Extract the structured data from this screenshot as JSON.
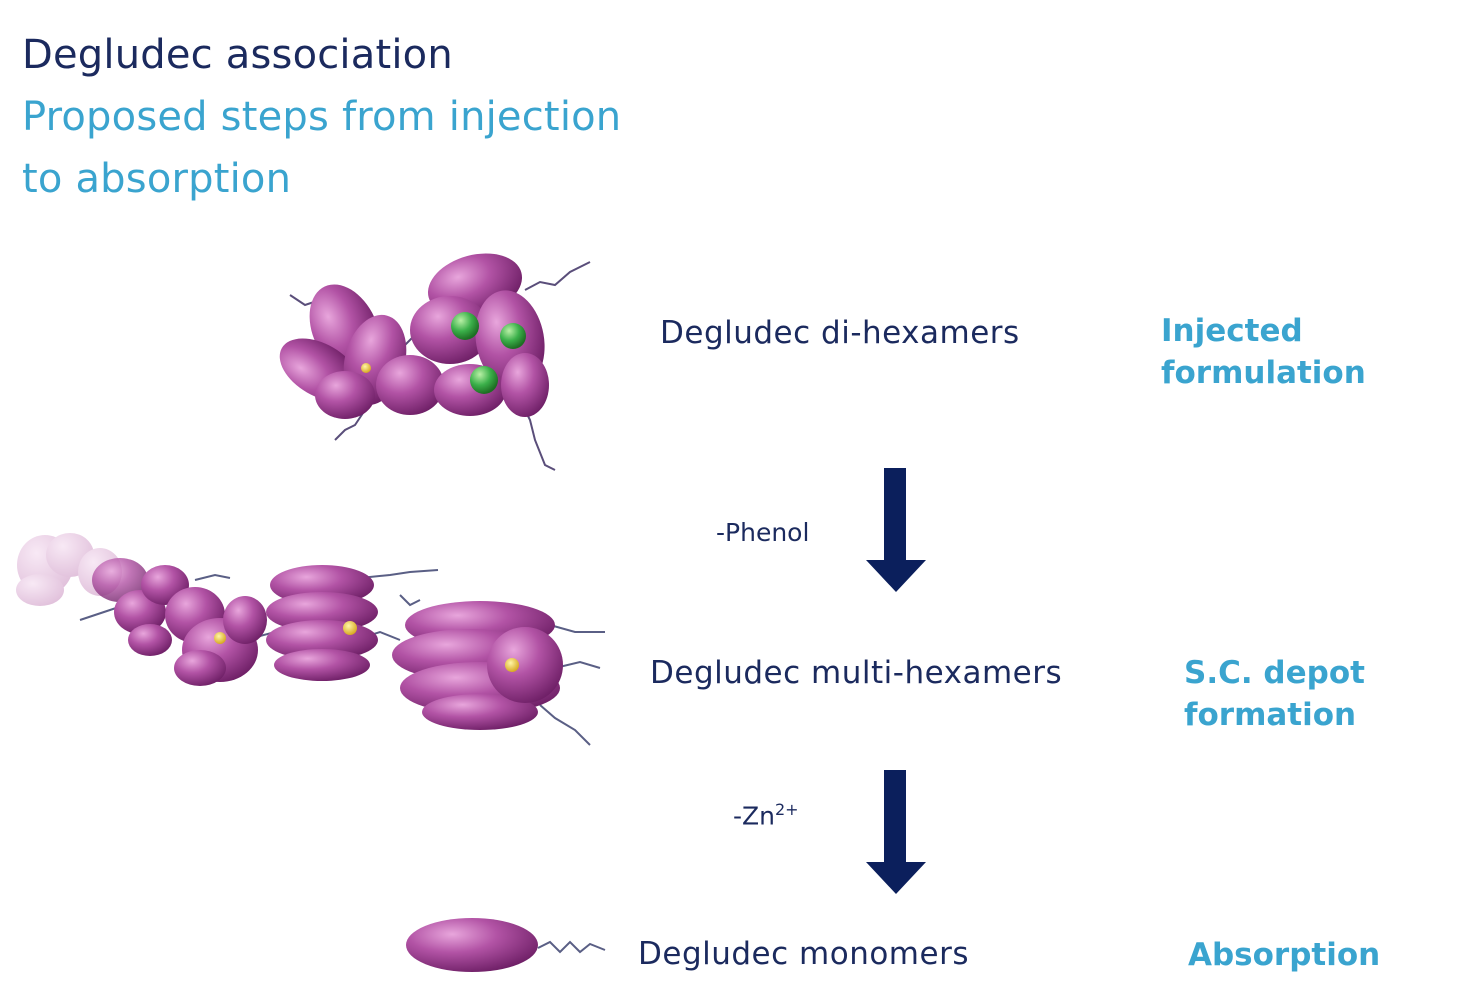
{
  "title": {
    "line1": "Degludec association",
    "line2": "Proposed steps from injection",
    "line3": "to absorption"
  },
  "rows": [
    {
      "molecule_label": "Degludec di-hexamers",
      "step_label_line1": "Injected",
      "step_label_line2": "formulation"
    },
    {
      "molecule_label": "Degludec multi-hexamers",
      "step_label_line1": "S.C. depot",
      "step_label_line2": "formation"
    },
    {
      "molecule_label": "Degludec monomers",
      "step_label_line1": "Absorption",
      "step_label_line2": ""
    }
  ],
  "transitions": [
    {
      "reagent": "-Phenol",
      "reagent_base": "",
      "reagent_sup": ""
    },
    {
      "reagent": "",
      "reagent_base": "-Zn",
      "reagent_sup": "2+"
    }
  ],
  "colors": {
    "dark_navy": "#1b2a5e",
    "accent_blue": "#3aa4cf",
    "arrow": "#0b1f5c",
    "protein_purple": "#9b3f8f",
    "zinc_green": "#3bb04a"
  }
}
